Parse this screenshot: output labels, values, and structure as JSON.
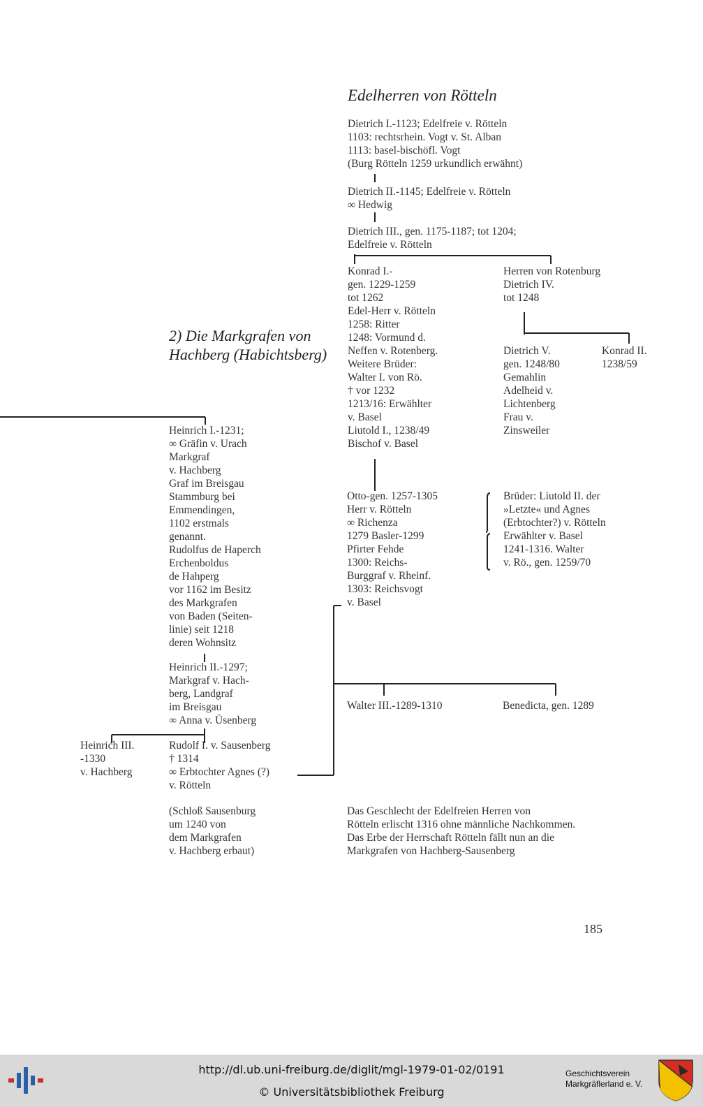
{
  "title_roetteln": "Edelherren von Rötteln",
  "title_hachberg": [
    "2) Die Markgrafen von",
    "Hachberg (Habichtsberg)"
  ],
  "dietrich1": [
    "Dietrich I.-1123; Edelfreie v. Rötteln",
    "1103: rechtsrhein. Vogt v. St. Alban",
    "1113: basel-bischöfl. Vogt",
    "(Burg Rötteln 1259 urkundlich erwähnt)"
  ],
  "dietrich2": [
    "Dietrich II.-1145; Edelfreie v. Rötteln",
    "∞ Hedwig"
  ],
  "dietrich3": [
    "Dietrich III., gen. 1175-1187; tot 1204;",
    "Edelfreie v. Rötteln"
  ],
  "konrad1": [
    "Konrad I.-",
    "gen. 1229-1259",
    "tot 1262",
    "Edel-Herr v. Rötteln",
    "1258: Ritter",
    "1248: Vormund d.",
    "Neffen v. Rotenberg.",
    "Weitere Brüder:",
    "Walter I. von Rö.",
    "† vor 1232",
    "1213/16: Erwählter",
    "v. Basel",
    "Liutold I., 1238/49",
    "Bischof v. Basel"
  ],
  "rotenburg": [
    "Herren von Rotenburg",
    "Dietrich IV.",
    "tot 1248"
  ],
  "dietrich5": [
    "Dietrich V.",
    "gen. 1248/80",
    "Gemahlin",
    "Adelheid v.",
    "Lichtenberg",
    "Frau v.",
    "Zinsweiler"
  ],
  "konrad2": [
    "Konrad II.",
    "1238/59"
  ],
  "heinrich1": [
    "Heinrich I.-1231;",
    "∞ Gräfin v. Urach",
    "Markgraf",
    "v. Hachberg",
    "Graf im Breisgau",
    "Stammburg bei",
    "Emmendingen,",
    "1102 erstmals",
    "genannt.",
    "Rudolfus de Haperch",
    "Erchenboldus",
    "de Hahperg",
    "vor 1162 im Besitz",
    "des Markgrafen",
    "von Baden (Seiten-",
    "linie) seit 1218",
    "deren Wohnsitz"
  ],
  "otto": [
    "Otto-gen. 1257-1305",
    "Herr v. Rötteln",
    "∞ Richenza",
    "1279 Basler-1299",
    "Pfirter Fehde",
    "1300: Reichs-",
    "Burggraf v. Rheinf.",
    "1303: Reichsvogt",
    "v. Basel"
  ],
  "brueder": [
    "Brüder: Liutold II. der",
    "»Letzte« und Agnes",
    "(Erbtochter?) v. Rötteln",
    "Erwählter v. Basel",
    "1241-1316. Walter",
    "v. Rö., gen. 1259/70"
  ],
  "heinrich2": [
    "Heinrich II.-1297;",
    "Markgraf v. Hach-",
    "berg, Landgraf",
    "im Breisgau",
    "∞ Anna v. Üsenberg"
  ],
  "walter3": "Walter III.-1289-1310",
  "benedicta": "Benedicta, gen. 1289",
  "heinrich3": [
    "Heinrich III.",
    "-1330",
    "v. Hachberg"
  ],
  "rudolf1": [
    "Rudolf I. v. Sausenberg",
    "† 1314",
    "∞ Erbtochter Agnes (?)",
    "v. Rötteln"
  ],
  "sausenburg": [
    "(Schloß Sausenburg",
    "um 1240 von",
    "dem Markgrafen",
    "v. Hachberg erbaut)"
  ],
  "note": [
    "Das Geschlecht der Edelfreien Herren von",
    "Rötteln erlischt 1316 ohne männliche Nachkommen.",
    "Das Erbe der Herrschaft Rötteln fällt nun an die",
    "Markgrafen von Hachberg-Sausenberg"
  ],
  "page_number": "185",
  "footer": {
    "url": "http://dl.ub.uni-freiburg.de/diglit/mgl-1979-01-02/0191",
    "copyright": "© Universitätsbibliothek Freiburg",
    "society": [
      "Geschichtsverein",
      "Markgräflerland e. V."
    ]
  }
}
